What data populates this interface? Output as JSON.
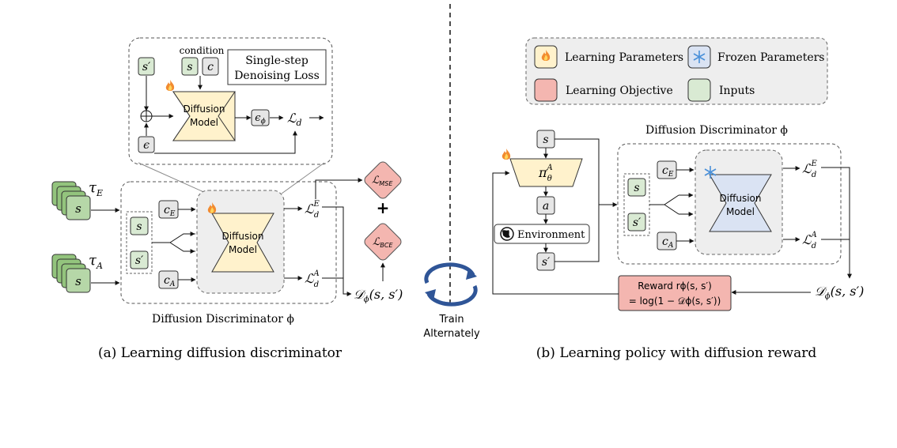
{
  "panel_a": {
    "caption": "(a) Learning diffusion discriminator",
    "discriminator_label": "Diffusion Discriminator ϕ",
    "tau_e": "τ",
    "tau_e_sub": "E",
    "tau_a": "τ",
    "tau_a_sub": "A",
    "traj_state": "s",
    "input_s": "s",
    "input_s_prime": "s′",
    "c_e": "c",
    "c_e_sub": "E",
    "c_a": "c",
    "c_a_sub": "A",
    "model_line1": "Diffusion",
    "model_line2": "Model",
    "loss_e": "ℒ",
    "loss_e_sub": "d",
    "loss_e_sup": "E",
    "loss_a": "ℒ",
    "loss_a_sub": "d",
    "loss_a_sup": "A",
    "mse": "ℒ",
    "mse_sub": "MSE",
    "bce": "ℒ",
    "bce_sub": "BCE",
    "plus": "+",
    "d_output": "𝒟",
    "d_sub": "ϕ",
    "d_args": "(s, s′)"
  },
  "zoom": {
    "condition_label": "condition",
    "s_prime": "s′",
    "s": "s",
    "c": "c",
    "denoise_line1": "Single-step",
    "denoise_line2": "Denoising Loss",
    "model_line1": "Diffusion",
    "model_line2": "Model",
    "oplus": "⊕",
    "epsilon": "ϵ",
    "epsilon_phi": "ϵ",
    "epsilon_phi_sub": "ϕ",
    "loss": "ℒ",
    "loss_sub": "d"
  },
  "center": {
    "line1": "Train",
    "line2": "Alternately"
  },
  "legend": {
    "learning_params": "Learning Parameters",
    "frozen_params": "Frozen Parameters",
    "learning_objective": "Learning Objective",
    "inputs": "Inputs"
  },
  "panel_b": {
    "caption": "(b) Learning policy with diffusion reward",
    "discriminator_label": "Diffusion Discriminator ϕ",
    "s": "s",
    "policy": "π",
    "policy_sub": "θ",
    "policy_sup": "A",
    "a": "a",
    "environment": "Environment",
    "s_prime": "s′",
    "input_s": "s",
    "input_s_prime": "s′",
    "c_e": "c",
    "c_e_sub": "E",
    "c_a": "c",
    "c_a_sub": "A",
    "model_line1": "Diffusion",
    "model_line2": "Model",
    "loss_e": "ℒ",
    "loss_e_sub": "d",
    "loss_e_sup": "E",
    "loss_a": "ℒ",
    "loss_a_sub": "d",
    "loss_a_sup": "A",
    "reward_line1": "Reward rϕ(s, s′)",
    "reward_line2": "= log(1 − 𝒟ϕ(s, s′))",
    "d_output": "𝒟",
    "d_sub": "ϕ",
    "d_args": "(s, s′)"
  },
  "colors": {
    "input_green": "#d9ead3",
    "model_yellow": "#fff2cc",
    "model_blue": "#dae3f3",
    "objective_red": "#f4b6b0",
    "condition_gray": "#e6e6e6",
    "traj_green": "#93c47d"
  },
  "icons": {
    "learning": "flame-icon",
    "frozen": "snowflake-icon",
    "environment": "globe-icon",
    "cycle": "cycle-arrows-icon"
  }
}
